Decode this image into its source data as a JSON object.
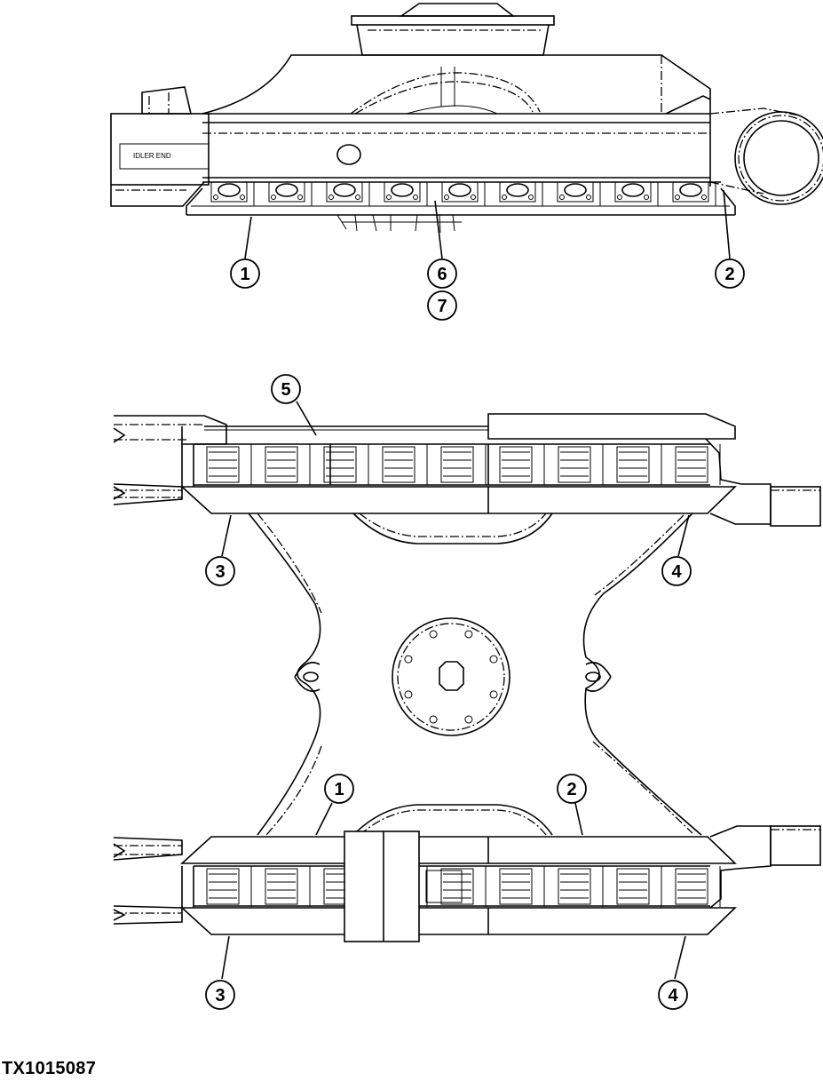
{
  "figure": {
    "id": "TX1015087",
    "side_view_label": "IDLER END"
  },
  "callouts": {
    "side": [
      "1",
      "6",
      "7",
      "2"
    ],
    "top_upper": [
      "5",
      "3",
      "4"
    ],
    "top_lower": [
      "1",
      "2",
      "3",
      "4"
    ]
  }
}
